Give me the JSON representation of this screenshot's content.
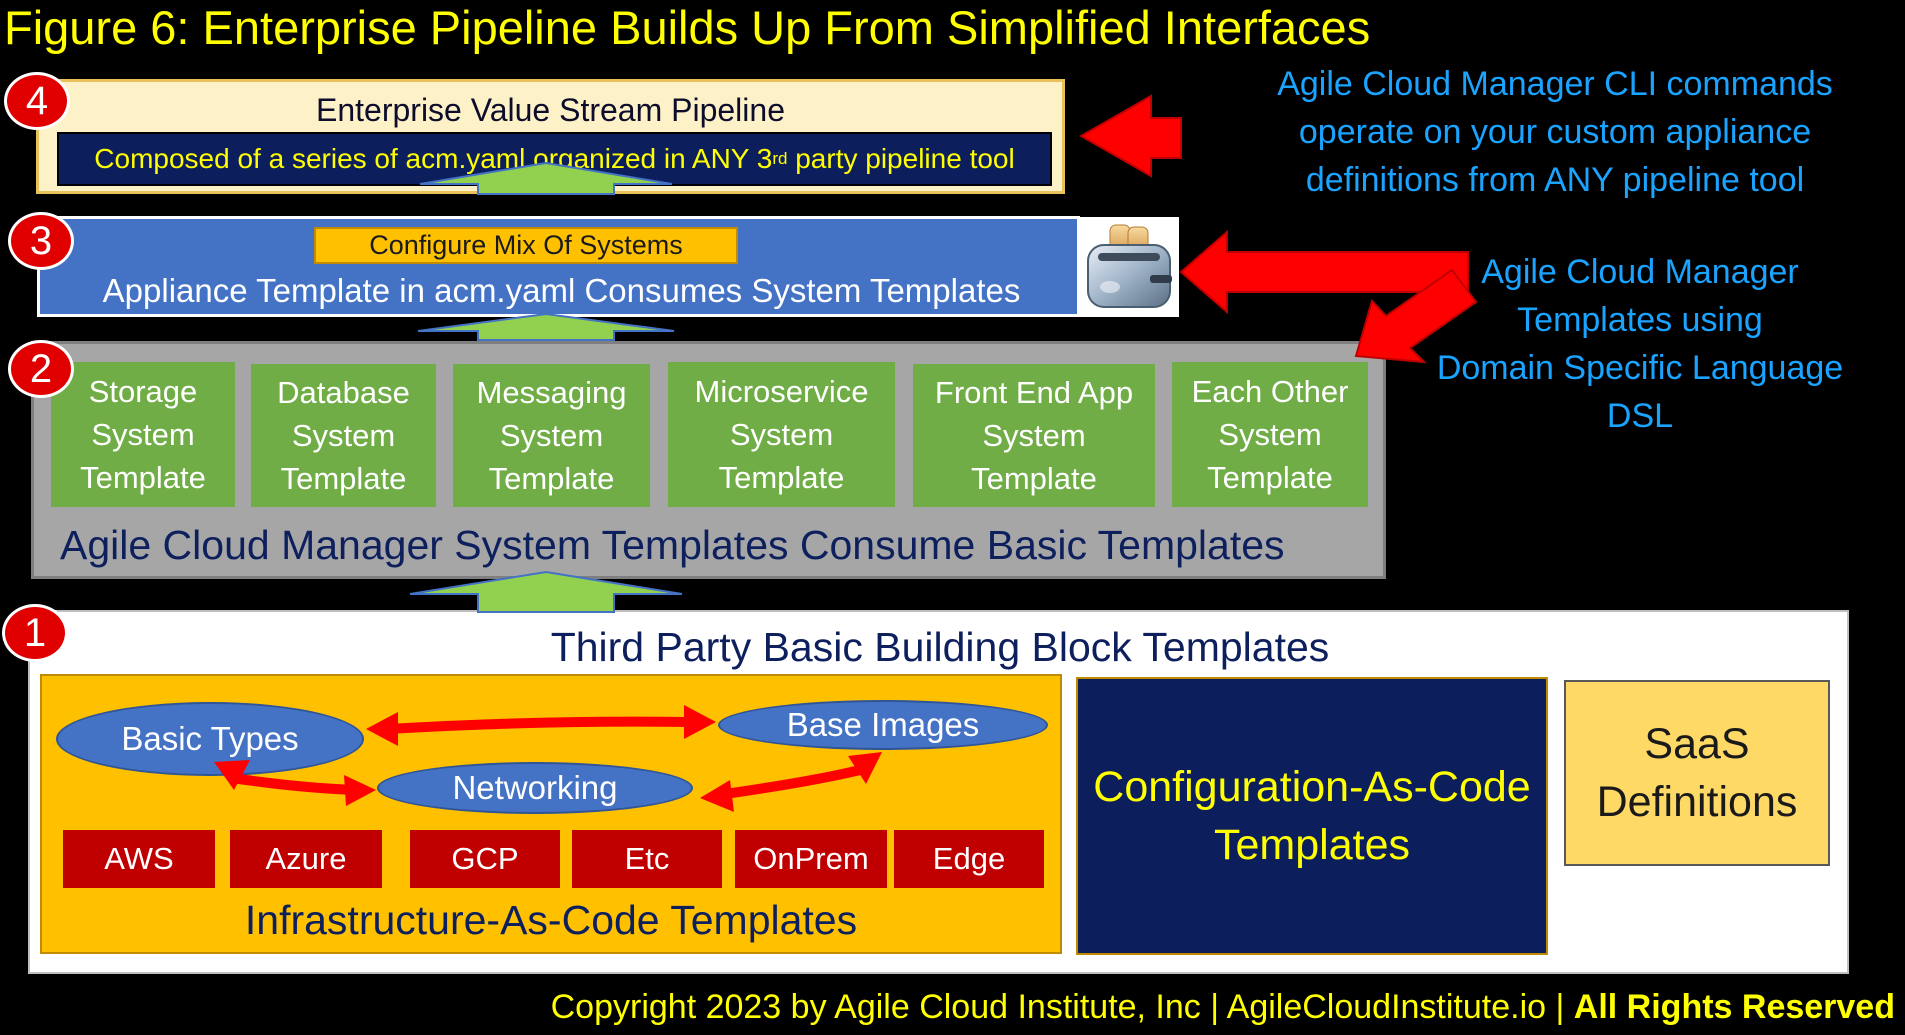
{
  "title": "Figure 6: Enterprise Pipeline Builds Up From Simplified Interfaces",
  "badges": [
    "4",
    "3",
    "2",
    "1"
  ],
  "level4": {
    "title": "Enterprise Value Stream Pipeline",
    "inner_before": "Composed of a series of acm.yaml organized in ANY 3",
    "inner_sup": "rd",
    "inner_after": " party pipeline tool"
  },
  "level3": {
    "tag": "Configure Mix Of Systems",
    "title": "Appliance Template in acm.yaml Consumes System Templates",
    "icon": "toaster-icon"
  },
  "level2": {
    "systems": [
      {
        "line1": "Storage",
        "line2": "System",
        "line3": "Template"
      },
      {
        "line1": "Database",
        "line2": "System",
        "line3": "Template"
      },
      {
        "line1": "Messaging",
        "line2": "System",
        "line3": "Template"
      },
      {
        "line1": "Microservice",
        "line2": "System",
        "line3": "Template"
      },
      {
        "line1": "Front End App",
        "line2": "System",
        "line3": "Template"
      },
      {
        "line1": "Each Other",
        "line2": "System",
        "line3": "Template"
      }
    ],
    "title": "Agile Cloud Manager System Templates Consume Basic Templates"
  },
  "level1": {
    "title": "Third Party Basic Building Block Templates",
    "ovals": [
      "Basic Types",
      "Base Images",
      "Networking"
    ],
    "clouds": [
      "AWS",
      "Azure",
      "GCP",
      "Etc",
      "OnPrem",
      "Edge"
    ],
    "iac_title": "Infrastructure-As-Code Templates",
    "cac_line1": "Configuration-As-Code",
    "cac_line2": "Templates",
    "saas_line1": "SaaS",
    "saas_line2": "Definitions"
  },
  "notes": {
    "cli": [
      "Agile Cloud Manager CLI commands",
      "operate on your custom appliance",
      "definitions from ANY pipeline tool"
    ],
    "dsl": [
      "Agile Cloud Manager",
      "Templates using",
      "Domain Specific Language",
      "DSL"
    ]
  },
  "copyright": {
    "text": "Copyright 2023 by Agile Cloud Institute, Inc | AgileCloudInstitute.io | ",
    "bold": "All Rights Reserved"
  },
  "colors": {
    "background": "#000000",
    "title": "#ffff00",
    "note": "#1aa3ff",
    "arrow_red": "#ff0000",
    "arrow_green": "#92d050",
    "system_green": "#70ad47",
    "appliance_blue": "#4472c4",
    "navy": "#0c1f5c",
    "gold": "#ffc000"
  }
}
